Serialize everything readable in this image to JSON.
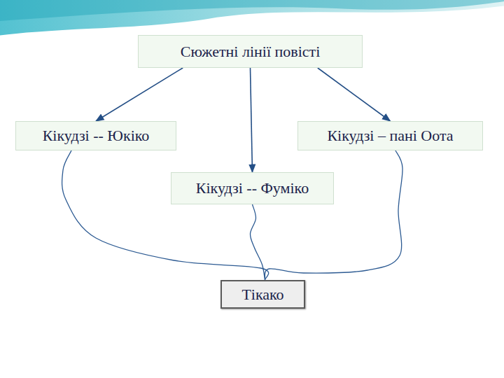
{
  "diagram": {
    "nodes": [
      {
        "text": [
          "Сюжетні лінії повісті"
        ]
      },
      {
        "text": [
          "Кікудзі -- Юкіко"
        ]
      },
      {
        "text": [
          "Кікудзі – пані Оота"
        ]
      },
      {
        "text": [
          "Кікудзі -- Фуміко"
        ]
      },
      {
        "text": [
          "Тікако"
        ]
      }
    ],
    "edges": [
      {
        "from": 0,
        "to": 1,
        "arrow": "to"
      },
      {
        "from": 0,
        "to": 3,
        "arrow": "to"
      },
      {
        "from": 0,
        "to": 2,
        "arrow": "to"
      },
      {
        "from": 1,
        "to": 4,
        "arrow": "none"
      },
      {
        "from": 3,
        "to": 4,
        "arrow": "none"
      },
      {
        "from": 2,
        "to": 4,
        "arrow": "none"
      }
    ]
  }
}
